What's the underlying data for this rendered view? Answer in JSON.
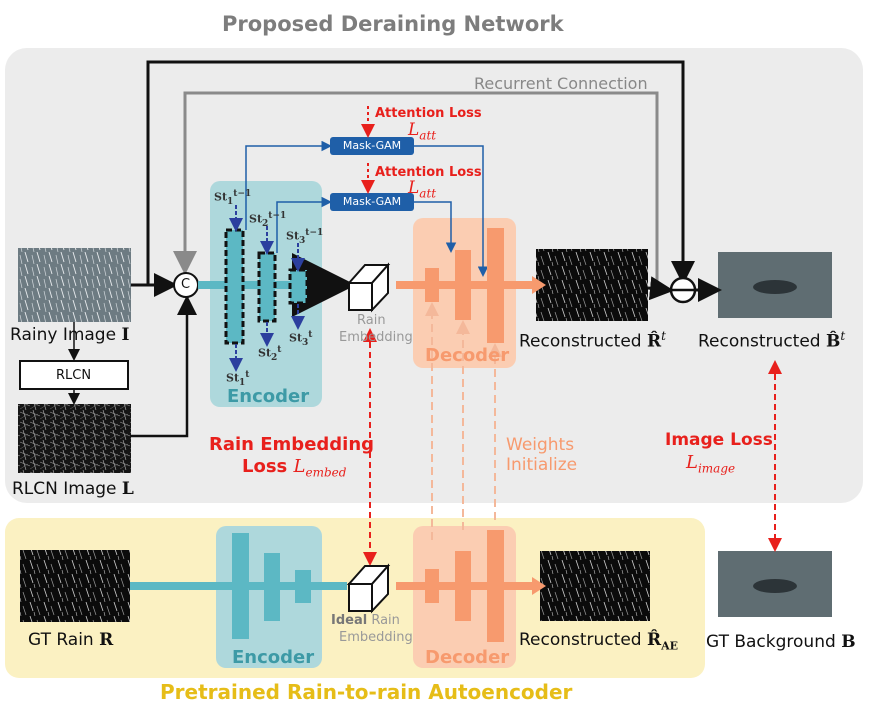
{
  "titles": {
    "top": "Proposed Deraining Network",
    "bottom": "Pretrained Rain-to-rain Autoencoder"
  },
  "labels": {
    "recurrent": "Recurrent Connection",
    "attention_loss_1": "Attention Loss",
    "attention_loss_2": "Attention Loss",
    "l_att": "L",
    "l_att_sub": "att",
    "mask_gam": "Mask-GAM",
    "concat": "C",
    "rainy_image": "Rainy Image ",
    "rainy_symbol": "I",
    "rlcn": "RLCN",
    "rlcn_image": "RLCN Image ",
    "rlcn_symbol": "L",
    "encoder": "Encoder",
    "decoder": "Decoder",
    "rain": "Rain",
    "embedding": "Embedding",
    "ideal": "Ideal",
    "reconstructed": "Reconstructed ",
    "r_hat": "R̂",
    "b_hat": "B̂",
    "t": "t",
    "rain_embedding_loss": "Rain Embedding",
    "loss_word": "Loss ",
    "l_embed": "L",
    "l_embed_sub": "embed",
    "weights": "Weights",
    "initialize": "Initialize",
    "image_loss": "Image Loss",
    "l_image": "L",
    "l_image_sub": "image",
    "gt_rain": "GT Rain ",
    "gt_rain_symbol": "R",
    "gt_background": "GT Background ",
    "gt_background_symbol": "B",
    "r_ae_sub": "AE",
    "st": "St"
  }
}
